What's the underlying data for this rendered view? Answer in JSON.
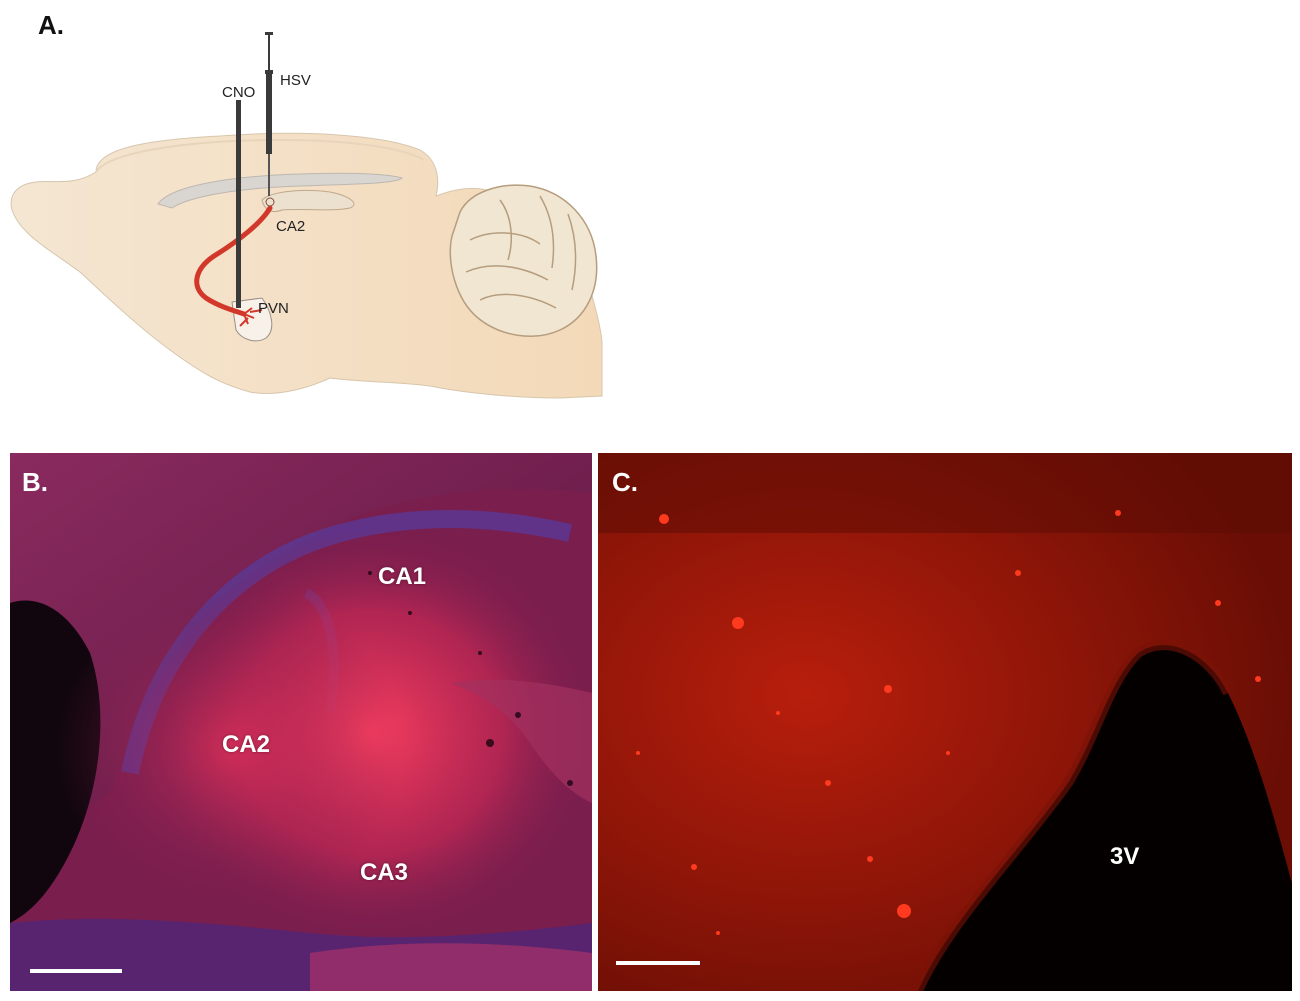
{
  "panel_a": {
    "label": "A.",
    "hsv_label": "HSV",
    "cno_label": "CNO",
    "ca2_label": "CA2",
    "pvn_label": "PVN",
    "colors": {
      "brain": "#f3e3cc",
      "cerebellum": "#f1e6d2",
      "projection": "#d2382a",
      "cannula": "#3a3a3a"
    }
  },
  "panel_b": {
    "label": "B.",
    "ca1_label": "CA1",
    "ca2_label": "CA2",
    "ca3_label": "CA3",
    "colors": {
      "base": "#7a1e4e",
      "label_stain": "#e8305a",
      "nuclear": "#3b44b8"
    }
  },
  "panel_c": {
    "label": "C.",
    "ventricle_label": "3V",
    "colors": {
      "base": "#7d1208",
      "label_stain": "#ff2a14",
      "ventricle": "#050000"
    }
  }
}
